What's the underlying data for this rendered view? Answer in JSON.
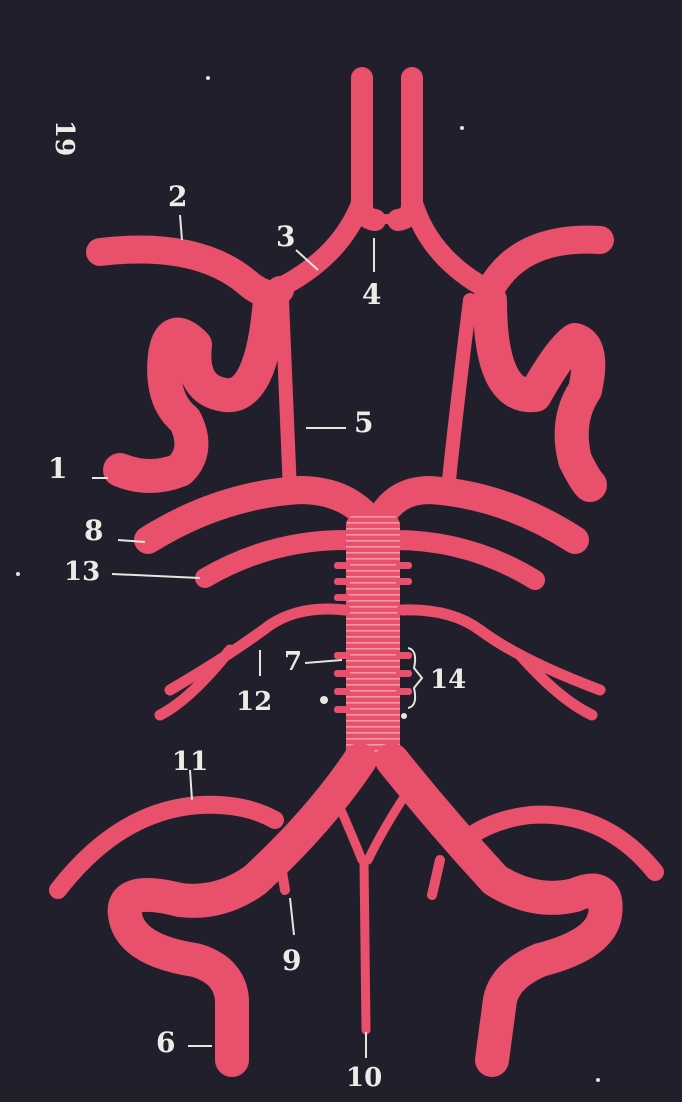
{
  "figure": {
    "corner_mark": "19",
    "colors": {
      "background": "#211f2c",
      "artery": "#e8506c",
      "artery_shade": "#f07a91",
      "label": "#ecece6"
    },
    "labels": {
      "l1": "1",
      "l2": "2",
      "l3": "3",
      "l4": "4",
      "l5": "5",
      "l6": "6",
      "l7": "7",
      "l8": "8",
      "l9": "9",
      "l10": "10",
      "l11": "11",
      "l12": "12",
      "l13": "13",
      "l14": "14"
    }
  }
}
